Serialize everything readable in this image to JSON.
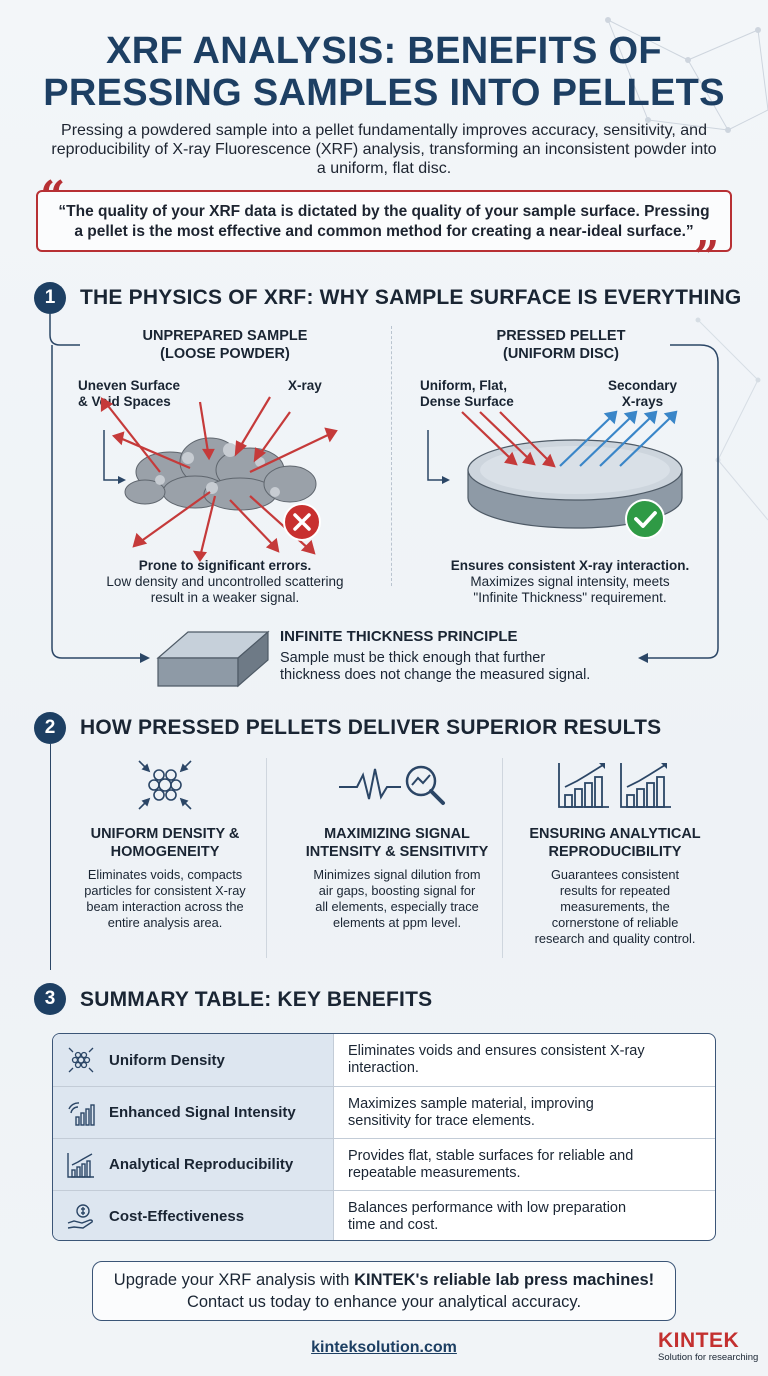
{
  "header": {
    "title_line1": "XRF ANALYSIS: BENEFITS OF",
    "title_line2": "PRESSING SAMPLES INTO PELLETS",
    "subtitle_line1": "Pressing a powdered sample into a pellet fundamentally improves accuracy, sensitivity, and",
    "subtitle_line2": "reproducibility of X-ray Fluorescence (XRF) analysis, transforming an inconsistent powder into",
    "subtitle_line3": "a uniform, flat disc."
  },
  "quote": {
    "open_mark": "“",
    "close_mark": "”",
    "line1": "“The quality of your XRF data is dictated by the quality of your sample surface. Pressing",
    "line2": "a pellet is the most effective and common method for creating a near-ideal surface.”"
  },
  "section1": {
    "number": "1",
    "title": "THE PHYSICS OF XRF: WHY SAMPLE SURFACE IS EVERYTHING",
    "left": {
      "title_line1": "UNPREPARED SAMPLE",
      "title_line2": "(LOOSE POWDER)",
      "label_surface_line1": "Uneven Surface",
      "label_surface_line2": "& Void Spaces",
      "label_xray": "X-ray",
      "caption_bold": "Prone to significant errors.",
      "caption_line2": "Low density and uncontrolled scattering",
      "caption_line3": "result in a weaker signal."
    },
    "right": {
      "title_line1": "PRESSED PELLET",
      "title_line2": "(UNIFORM DISC)",
      "label_surface_line1": "Uniform, Flat,",
      "label_surface_line2": "Dense Surface",
      "label_secondary_line1": "Secondary",
      "label_secondary_line2": "X-rays",
      "caption_bold": "Ensures consistent X-ray interaction.",
      "caption_line2": "Maximizes signal intensity, meets",
      "caption_line3": "\"Infinite Thickness\" requirement."
    },
    "infinite": {
      "title": "INFINITE THICKNESS PRINCIPLE",
      "line1": "Sample must be thick enough that further",
      "line2": "thickness does not change the measured signal."
    }
  },
  "section2": {
    "number": "2",
    "title": "HOW PRESSED PELLETS DELIVER SUPERIOR RESULTS",
    "columns": [
      {
        "title_line1": "UNIFORM DENSITY &",
        "title_line2": "HOMOGENEITY",
        "text_line1": "Eliminates voids, compacts",
        "text_line2": "particles for consistent X-ray",
        "text_line3": "beam interaction across the",
        "text_line4": "entire analysis area."
      },
      {
        "title_line1": "MAXIMIZING SIGNAL",
        "title_line2": "INTENSITY & SENSITIVITY",
        "text_line1": "Minimizes signal dilution from",
        "text_line2": "air gaps, boosting signal for",
        "text_line3": "all elements, especially trace",
        "text_line4": "elements at ppm level."
      },
      {
        "title_line1": "ENSURING ANALYTICAL",
        "title_line2": "REPRODUCIBILITY",
        "text_line1": "Guarantees consistent",
        "text_line2": "results for repeated",
        "text_line3": "measurements, the",
        "text_line4": "cornerstone of reliable",
        "text_line5": "research and quality control."
      }
    ]
  },
  "section3": {
    "number": "3",
    "title": "SUMMARY TABLE: KEY BENEFITS",
    "rows": [
      {
        "icon": "particles-icon",
        "label": "Uniform Density",
        "text_line1": "Eliminates voids and ensures consistent X-ray",
        "text_line2": "interaction."
      },
      {
        "icon": "signal-bars-icon",
        "label": "Enhanced Signal Intensity",
        "text_line1": "Maximizes sample material, improving",
        "text_line2": "sensitivity for trace elements."
      },
      {
        "icon": "growth-chart-icon",
        "label": "Analytical Reproducibility",
        "text_line1": "Provides flat, stable surfaces for reliable and",
        "text_line2": "repeatable measurements."
      },
      {
        "icon": "money-hand-icon",
        "label": "Cost-Effectiveness",
        "text_line1": "Balances performance with low preparation",
        "text_line2": "time and cost."
      }
    ]
  },
  "cta": {
    "pre": "Upgrade your XRF analysis with ",
    "bold": "KINTEK's reliable lab press machines!",
    "line2": "Contact us today to enhance your analytical accuracy."
  },
  "footer": {
    "url": "kinteksolution.com",
    "brand": "KINTEK",
    "tagline": "Solution for researching"
  },
  "colors": {
    "navy": "#1d3f63",
    "red": "#b73034",
    "blue_arrow": "#3a86c8",
    "green_check": "#2f9a45",
    "table_left_bg": "#dde6f0"
  }
}
